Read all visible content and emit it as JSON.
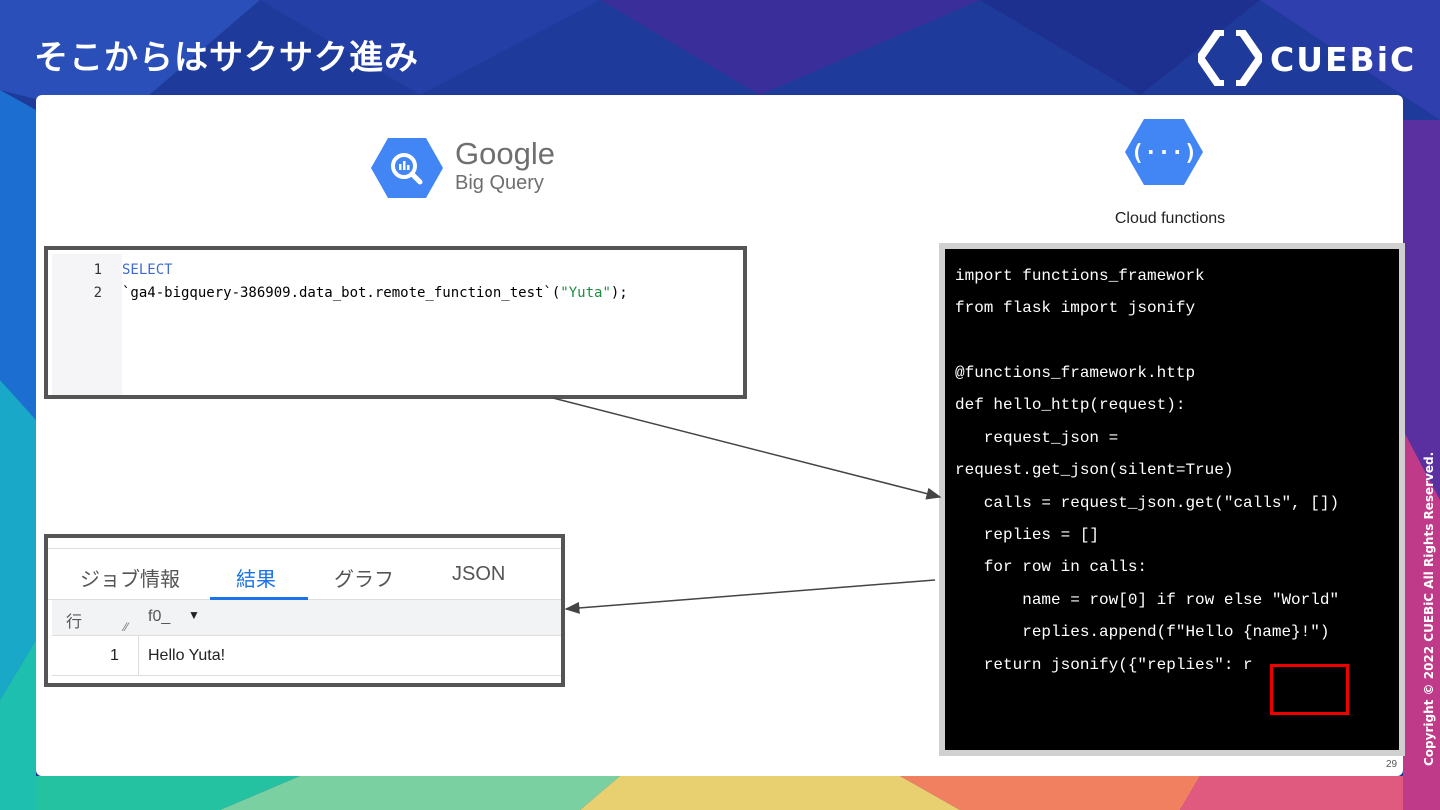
{
  "slide": {
    "title": "そこからはサクサク進み",
    "brand": "CUEBiC",
    "copyright": "Copyright © 2022 CUEBiC All Rights Reserved.",
    "page_number": "29"
  },
  "bigquery_logo": {
    "google": "Google",
    "product": "Big Query"
  },
  "cloud_functions_logo": {
    "icon": "cloud-functions-icon",
    "label": "Cloud functions"
  },
  "sql_editor": {
    "lines": [
      {
        "num": "1",
        "keyword": "SELECT",
        "rest": ""
      },
      {
        "num": "2",
        "keyword": "",
        "rest": "`ga4-bigquery-386909.data_bot.remote_function_test`(",
        "string": "\"Yuta\"",
        "tail": ");"
      }
    ]
  },
  "results_panel": {
    "tabs": [
      "ジョブ情報",
      "結果",
      "グラフ",
      "JSON"
    ],
    "active_tab": "結果",
    "columns": [
      "行",
      "f0_"
    ],
    "rows": [
      {
        "row": "1",
        "f0_": "Hello Yuta!"
      }
    ]
  },
  "python_code": {
    "lines": [
      "import functions_framework",
      "from flask import jsonify",
      "",
      "@functions_framework.http",
      "def hello_http(request):",
      "   request_json =",
      "request.get_json(silent=True)",
      "   calls = request_json.get(\"calls\", [])",
      "   replies = []",
      "   for row in calls:",
      "       name = row[0] if row else \"World\"",
      "       replies.append(f\"Hello {name}!\")",
      "   return jsonify({\"replies\": r"
    ]
  },
  "colors": {
    "accent_blue": "#1a73e8",
    "highlight_red": "#ee0000",
    "gcp_blue": "#4285f4"
  }
}
